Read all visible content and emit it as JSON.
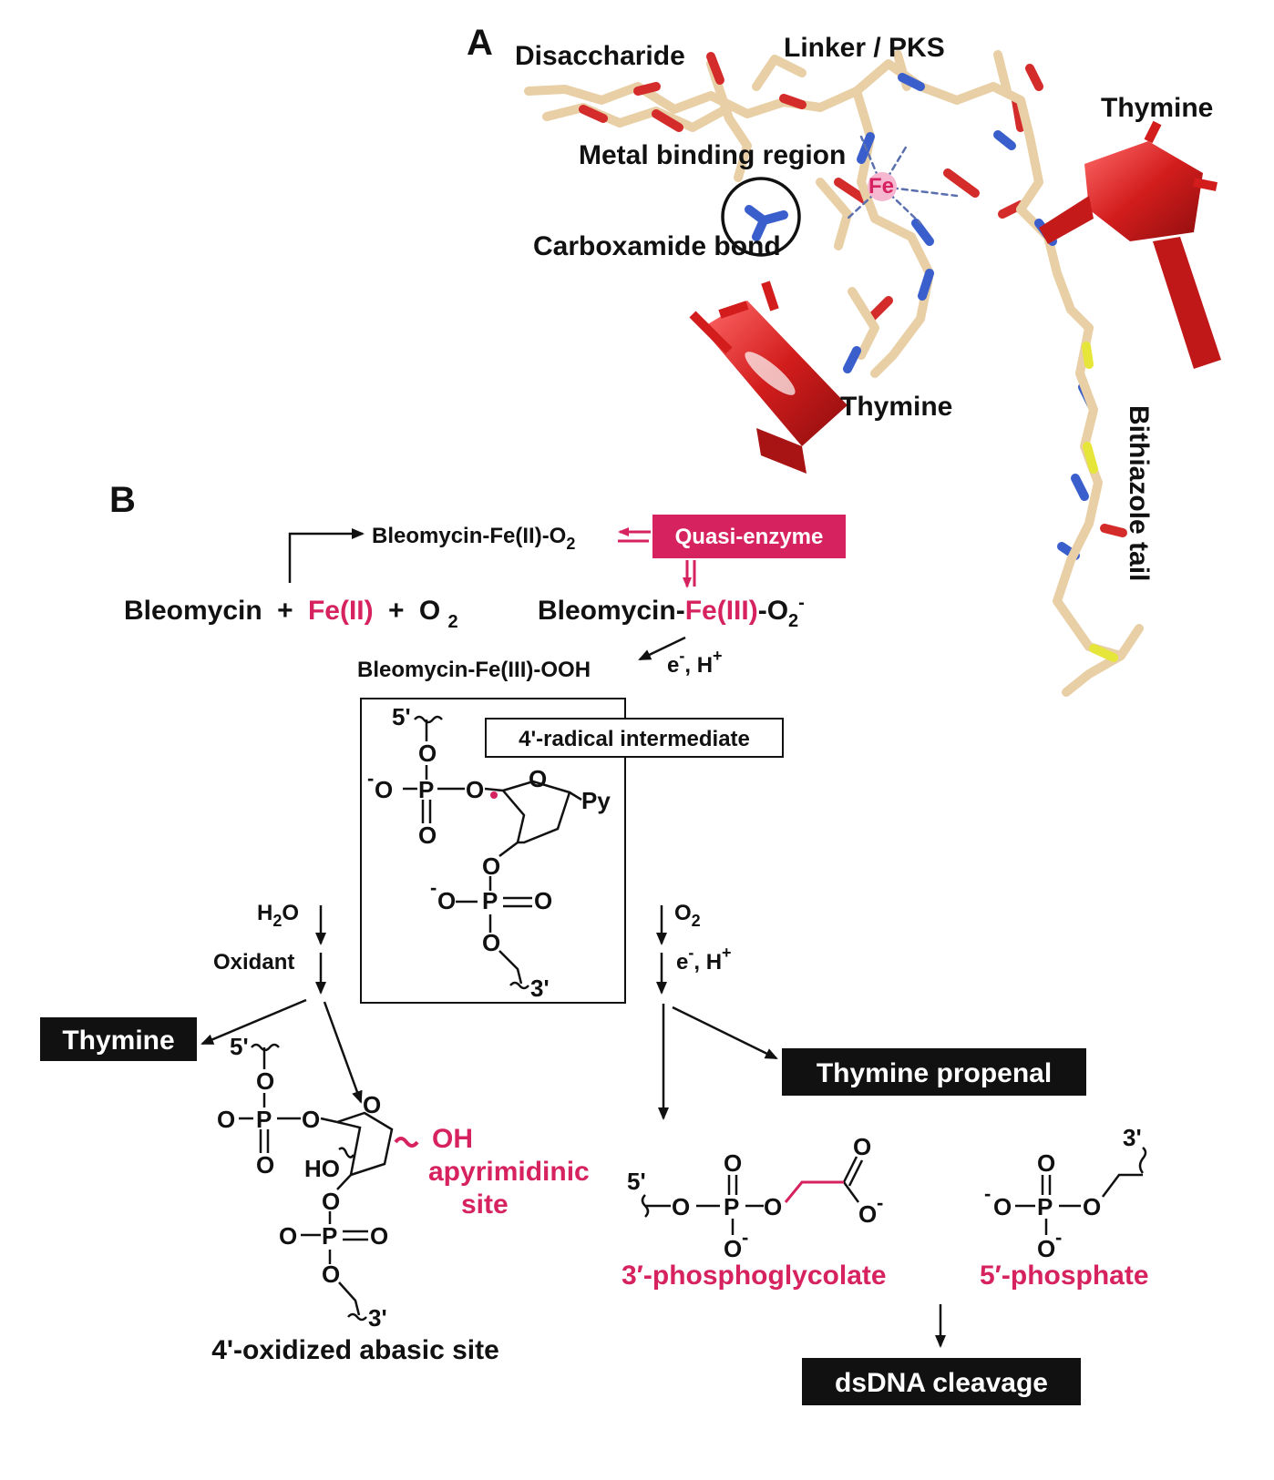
{
  "panel_a": {
    "letter": "A",
    "labels": {
      "disaccharide": "Disaccharide",
      "linker": "Linker / PKS",
      "thymine_top": "Thymine",
      "metal_binding": "Metal binding region",
      "fe": "Fe",
      "carboxamide": "Carboxamide bond",
      "thymine_mid": "Thymine",
      "bithiazole": "Bithiazole tail"
    }
  },
  "panel_b": {
    "letter": "B",
    "reactants": {
      "bleomycin": "Bleomycin",
      "plus": "+",
      "fe2": "Fe(II)",
      "o2": "O",
      "o2_sub": "2"
    },
    "complex_o2": {
      "base": "Bleomycin-Fe(II)-O",
      "sub": "2"
    },
    "quasi_enzyme": "Quasi-enzyme",
    "superoxo": {
      "base": "Bleomycin-",
      "fe3": "Fe(III)",
      "o2": "-O",
      "sub": "2",
      "sup": "-"
    },
    "hydroperoxo": "Bleomycin-Fe(III)-OOH",
    "electron": {
      "e": "e",
      "e_sup": "-",
      "h": ", H",
      "h_sup": "+"
    },
    "radical_label": "4'-radical intermediate",
    "pyrimidine": "Py",
    "h2o": {
      "h": "H",
      "sub": "2",
      "o": "O"
    },
    "oxidant": "Oxidant",
    "o2_right": {
      "o": "O",
      "sub": "2"
    },
    "thymine_out": "Thymine",
    "thymine_propenal": "Thymine propenal",
    "apyrimidinic": {
      "oh": "OH",
      "line1": "apyrimidinic",
      "line2": "site"
    },
    "abasic_site": "4'-oxidized abasic site",
    "phosphoglycolate": "3′-phosphoglycolate",
    "phosphate": "5′-phosphate",
    "cleavage": "dsDNA cleavage",
    "atoms": {
      "O": "O",
      "P": "P",
      "HO": "HO",
      "neg": "-",
      "prime5": "5'",
      "prime3": "3'"
    }
  },
  "colors": {
    "accent": "#d6235f",
    "thymine_red": "#cf1f1f",
    "carbon": "#e8cfa5",
    "nitrogen": "#3a5fcd",
    "sulfur": "#e6e63a"
  }
}
